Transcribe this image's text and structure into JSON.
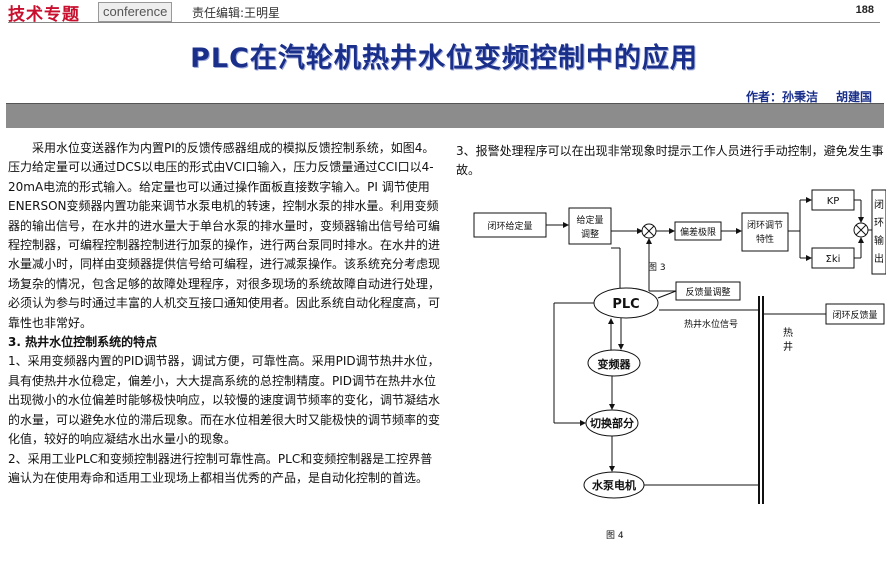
{
  "header": {
    "tag": "技术专题",
    "conference": "conference",
    "editor": "责任编辑:王明星",
    "page_number": "188"
  },
  "article": {
    "title": "PLC在汽轮机热井水位变频控制中的应用",
    "authors_label": "作者：孙秉洁",
    "author2": "胡建国"
  },
  "left_column": {
    "p1": "采用水位变送器作为内置PI的反馈传感器组成的模拟反馈控制系统，如图4。压力给定量可以通过DCS以电压的形式由VCI口输入，压力反馈量通过CCI口以4-20mA电流的形式输入。给定量也可以通过操作面板直接数字输入。PI 调节使用ENERSON变频器内置功能来调节水泵电机的转速，控制水泵的排水量。利用变频器的输出信号，在水井的进水量大于单台水泵的排水量时，变频器输出信号给可编程控制器，可编程控制器控制进行加泵的操作，进行两台泵同时排水。在水井的进水量减小时，同样由变频器提供信号给可编程，进行减泵操作。该系统充分考虑现场复杂的情况，包含足够的故障处理程序，对很多现场的系统故障自动进行处理，必须认为参与时通过丰富的人机交互接口通知使用者。因此系统自动化程度高，可靠性也非常好。",
    "heading": "3. 热井水位控制系统的特点",
    "p2": "1、采用变频器内置的PID调节器，调试方便，可靠性高。采用PID调节热井水位，具有使热井水位稳定，偏差小，大大提高系统的总控制精度。PID调节在热井水位出现微小的水位偏差时能够极快响应，以较慢的速度调节频率的变化，调节凝结水的水量，可以避免水位的滞后现象。而在水位相差很大时又能极快的调节频率的变化值，较好的响应凝结水出水量小的现象。",
    "p3": "2、采用工业PLC和变频控制器进行控制可靠性高。PLC和变频控制器是工控界普遍认为在使用寿命和适用工业现场上都相当优秀的产品，是自动化控制的首选。"
  },
  "right_column": {
    "p1": "3、报警处理程序可以在出现非常现象时提示工作人员进行手动控制，避免发生事故。"
  },
  "figure3": {
    "closed_loop_setpoint": "闭环给定量",
    "setpoint_adjust_line1": "给定量",
    "setpoint_adjust_line2": "调整",
    "deviation_limit": "偏差极限",
    "pid_char_line1": "闭环调节",
    "pid_char_line2": "特性",
    "kp": "KP",
    "ki": "Σki",
    "output_chars": [
      "闭",
      "环",
      "输",
      "出"
    ],
    "feedback_adjust": "反馈量调整",
    "caption": "图 3"
  },
  "figure4": {
    "plc": "PLC",
    "inverter": "变频器",
    "switch_part": "切换部分",
    "pump_motor": "水泵电机",
    "hotwell_signal": "热井水位信号",
    "hotwell_chars": [
      "热",
      "井"
    ],
    "closed_loop_feedback": "闭环反馈量",
    "caption": "图 4"
  }
}
